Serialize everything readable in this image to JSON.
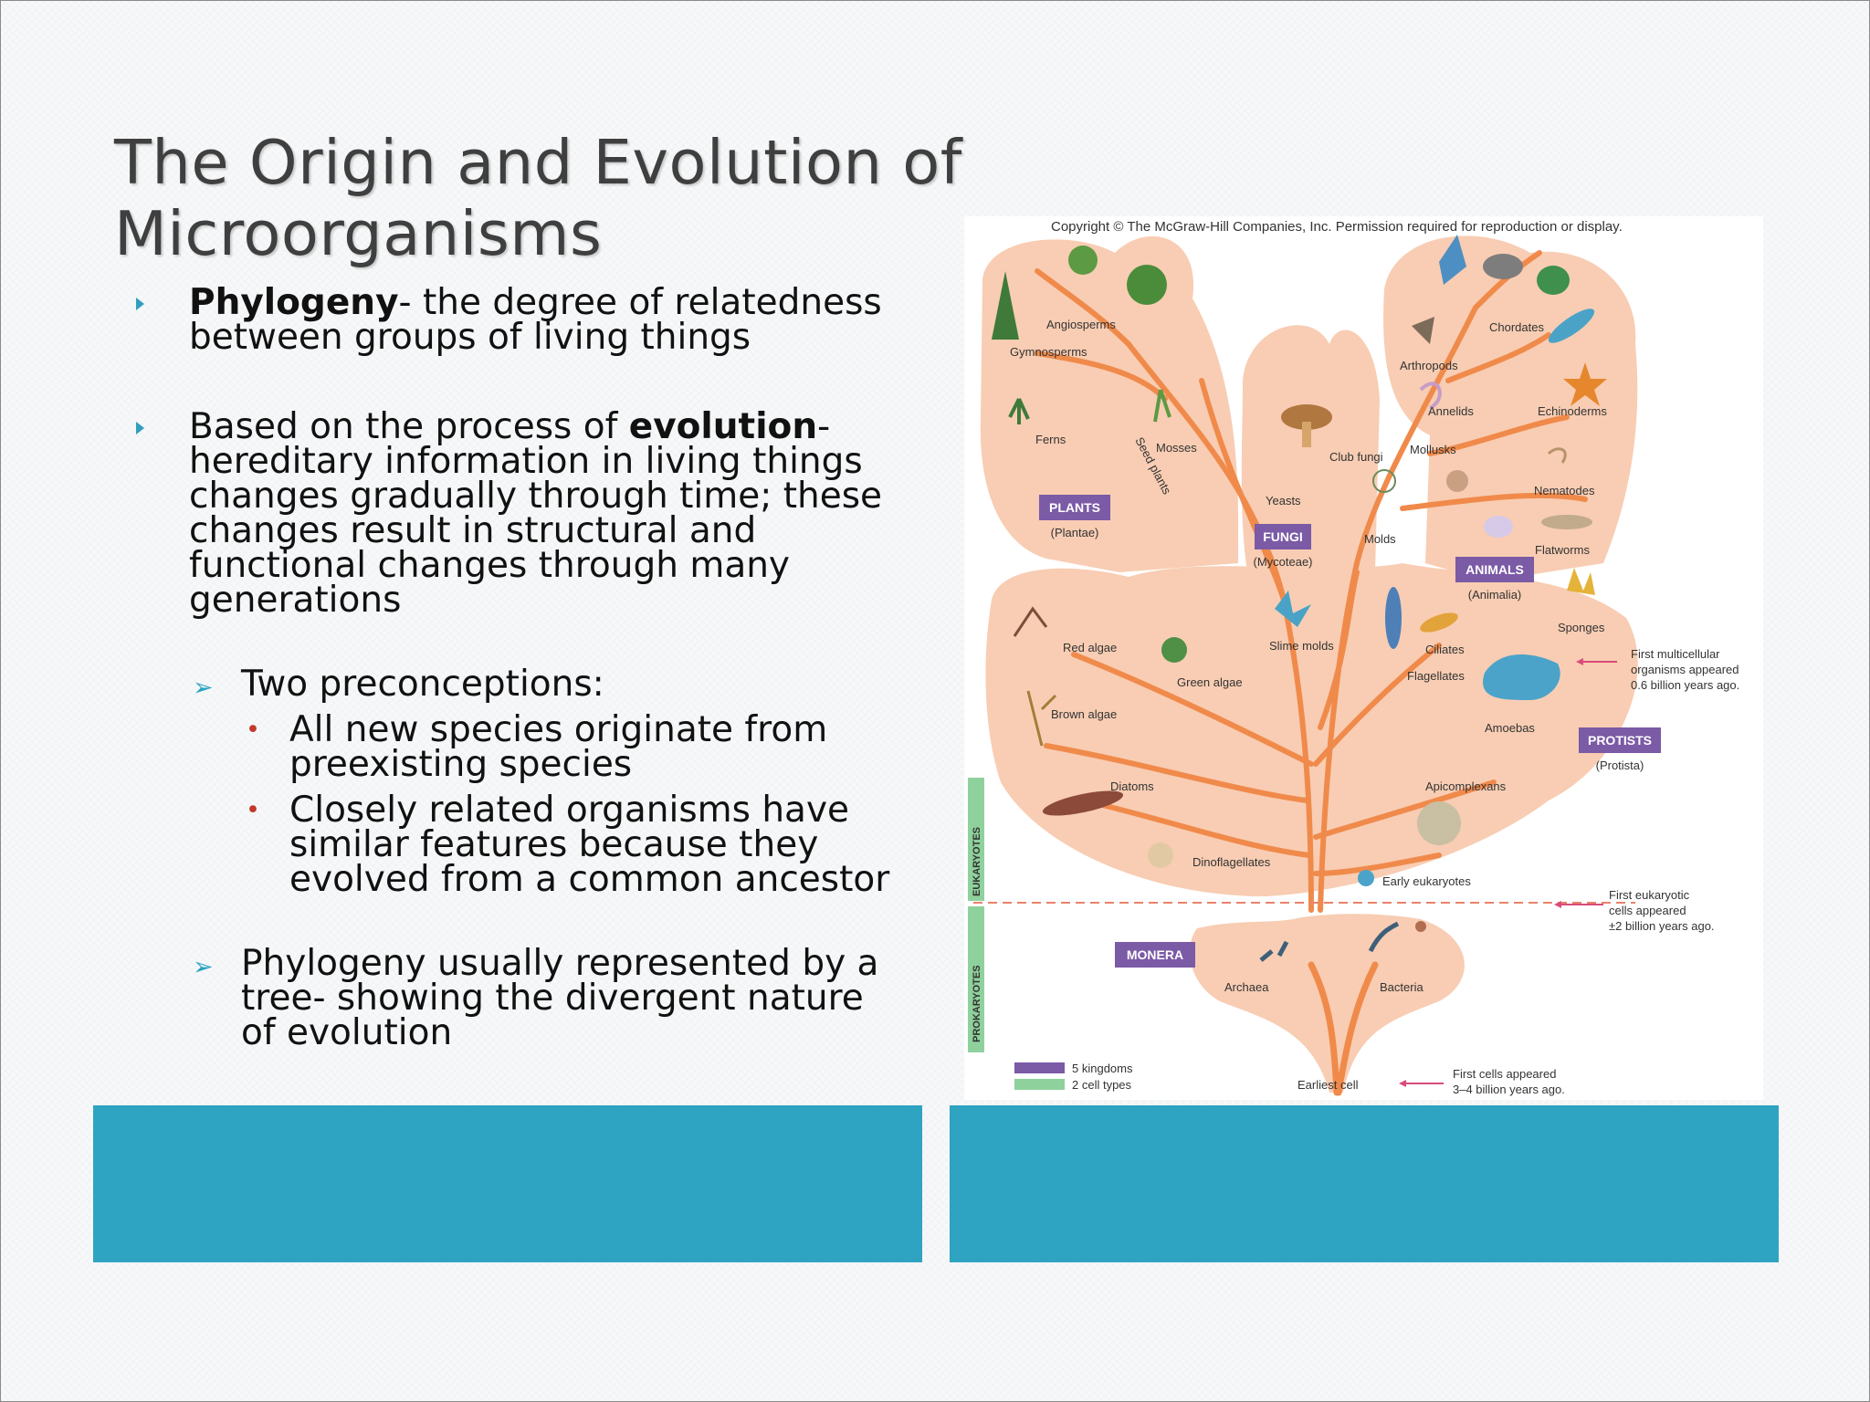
{
  "slide": {
    "title": "The Origin and Evolution of Microorganisms",
    "bullet1": {
      "bold": "Phylogeny",
      "rest": "- the degree of relatedness between groups of living things"
    },
    "bullet2": {
      "pre": "Based on the process of ",
      "bold": "evolution",
      "rest": "- hereditary information in living things changes gradually through time; these changes result in structural and functional changes through many generations"
    },
    "sub1": {
      "text": "Two preconceptions:"
    },
    "subsub1": {
      "text": "All new species originate from preexisting species"
    },
    "subsub2": {
      "text": "Closely related organisms have similar features because they evolved from a common ancestor"
    },
    "sub2": {
      "text": " Phylogeny usually represented by a tree- showing the divergent nature of evolution"
    }
  },
  "figure": {
    "copyright": "Copyright © The McGraw-Hill Companies, Inc. Permission required for reproduction or display.",
    "kingdoms": {
      "plants": "PLANTS",
      "plants_sci": "(Plantae)",
      "fungi": "FUNGI",
      "fungi_sci": "(Mycoteae)",
      "animals": "ANIMALS",
      "animals_sci": "(Animalia)",
      "protists": "PROTISTS",
      "protists_sci": "(Protista)",
      "monera": "MONERA"
    },
    "cell_types": {
      "eukaryotes": "EUKARYOTES",
      "prokaryotes": "PROKARYOTES"
    },
    "organisms": {
      "angiosperms": "Angiosperms",
      "gymnosperms": "Gymnosperms",
      "ferns": "Ferns",
      "mosses": "Mosses",
      "seed_plants": "Seed plants",
      "club_fungi": "Club fungi",
      "yeasts": "Yeasts",
      "molds": "Molds",
      "chordates": "Chordates",
      "arthropods": "Arthropods",
      "annelids": "Annelids",
      "echinoderms": "Echinoderms",
      "mollusks": "Mollusks",
      "nematodes": "Nematodes",
      "flatworms": "Flatworms",
      "sponges": "Sponges",
      "red_algae": "Red algae",
      "green_algae": "Green algae",
      "slime_molds": "Slime molds",
      "ciliates": "Ciliates",
      "flagellates": "Flagellates",
      "brown_algae": "Brown algae",
      "amoebas": "Amoebas",
      "diatoms": "Diatoms",
      "apicomplexans": "Apicomplexans",
      "dinoflagellates": "Dinoflagellates",
      "early_eukaryotes": "Early eukaryotes",
      "archaea": "Archaea",
      "bacteria": "Bacteria",
      "earliest_cell": "Earliest cell"
    },
    "notes": {
      "multicellular": [
        "First multicellular",
        "organisms appeared",
        "0.6 billion years ago."
      ],
      "eukaryotic": [
        "First eukaryotic",
        "cells appeared",
        "±2 billion years ago."
      ],
      "first_cells": [
        "First  cells appeared",
        "3–4 billion years ago."
      ]
    },
    "legend": {
      "kingdoms": "5 kingdoms",
      "cell_types": "2 cell types"
    },
    "colors": {
      "region": "#f8cdb3",
      "branch": "#f08a4b",
      "kingdom_box": "#7b5aa6",
      "cell_type_bar": "#8fd19c"
    }
  }
}
